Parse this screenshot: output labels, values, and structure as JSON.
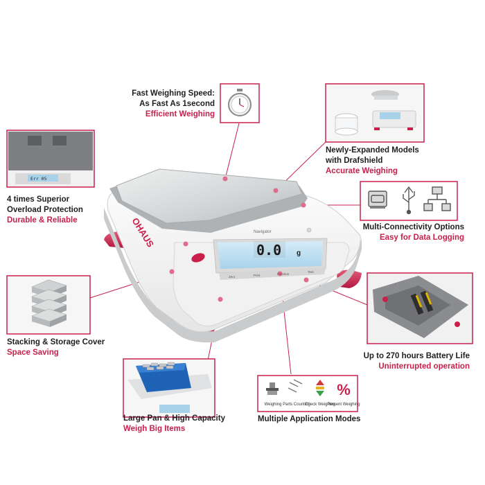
{
  "brand": {
    "logo_text": "OHAUS",
    "model_name": "Navigator",
    "accent_color": "#c8204b",
    "pan_color": "#d9dcdc"
  },
  "display": {
    "reading": "0.0",
    "unit": "g"
  },
  "keypad": {
    "keys": [
      "Zero",
      "Print",
      "Function",
      "Tare"
    ]
  },
  "callouts": {
    "speed": {
      "line1": "Fast Weighing Speed:",
      "line2": "As Fast As 1second",
      "accent": "Efficient Weighing",
      "icon": "stopwatch-icon"
    },
    "drafts": {
      "line1": "Newly-Expanded Models",
      "line2": "with Drafshield",
      "accent": "Accurate Weighing"
    },
    "overload": {
      "line1": "4 times Superior",
      "line2": "Overload Protection",
      "accent": "Durable & Reliable",
      "screen_text": "Err 05"
    },
    "connect": {
      "line1": "Multi-Connectivity Options",
      "accent": "Easy for Data Logging",
      "icons": [
        "rs232-port-icon",
        "usb-icon",
        "ethernet-network-icon"
      ]
    },
    "stacking": {
      "line1": "Stacking & Storage Cover",
      "accent": "Space Saving"
    },
    "battery": {
      "line1": "Up to 270 hours Battery Life",
      "accent": "Uninterrupted operation"
    },
    "pan": {
      "line1": "Large Pan & High Capacity",
      "accent": "Weigh Big Items"
    },
    "modes": {
      "title": "Multiple Application Modes",
      "items": [
        "Weighing",
        "Parts Counting",
        "Check Weighing",
        "Percent Weighing"
      ],
      "percent_symbol": "%"
    }
  }
}
